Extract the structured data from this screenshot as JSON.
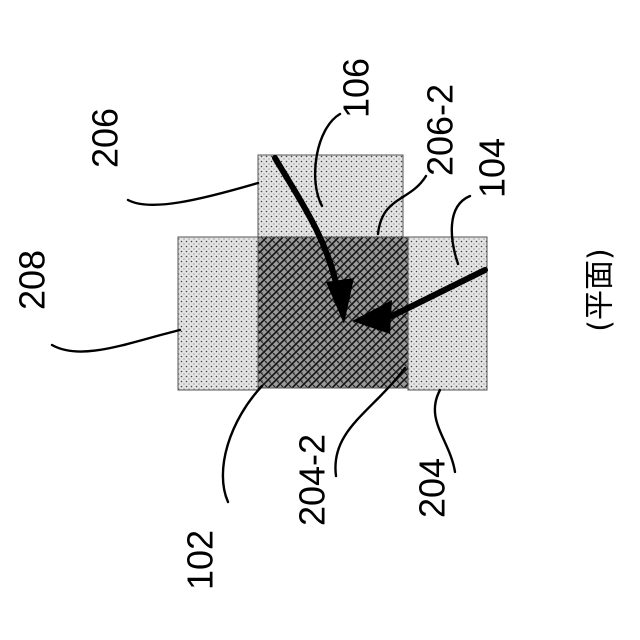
{
  "diagram": {
    "labels": {
      "lbl_206": "206",
      "lbl_106": "106",
      "lbl_206_2": "206-2",
      "lbl_104": "104",
      "lbl_208": "208",
      "lbl_102": "102",
      "lbl_204_2": "204-2",
      "lbl_204": "204",
      "view": "(平面)"
    }
  },
  "colors": {
    "ink": "#000000",
    "dotted_fill": "#e4e4e4",
    "hatched_fill": "#8a8a8a"
  }
}
